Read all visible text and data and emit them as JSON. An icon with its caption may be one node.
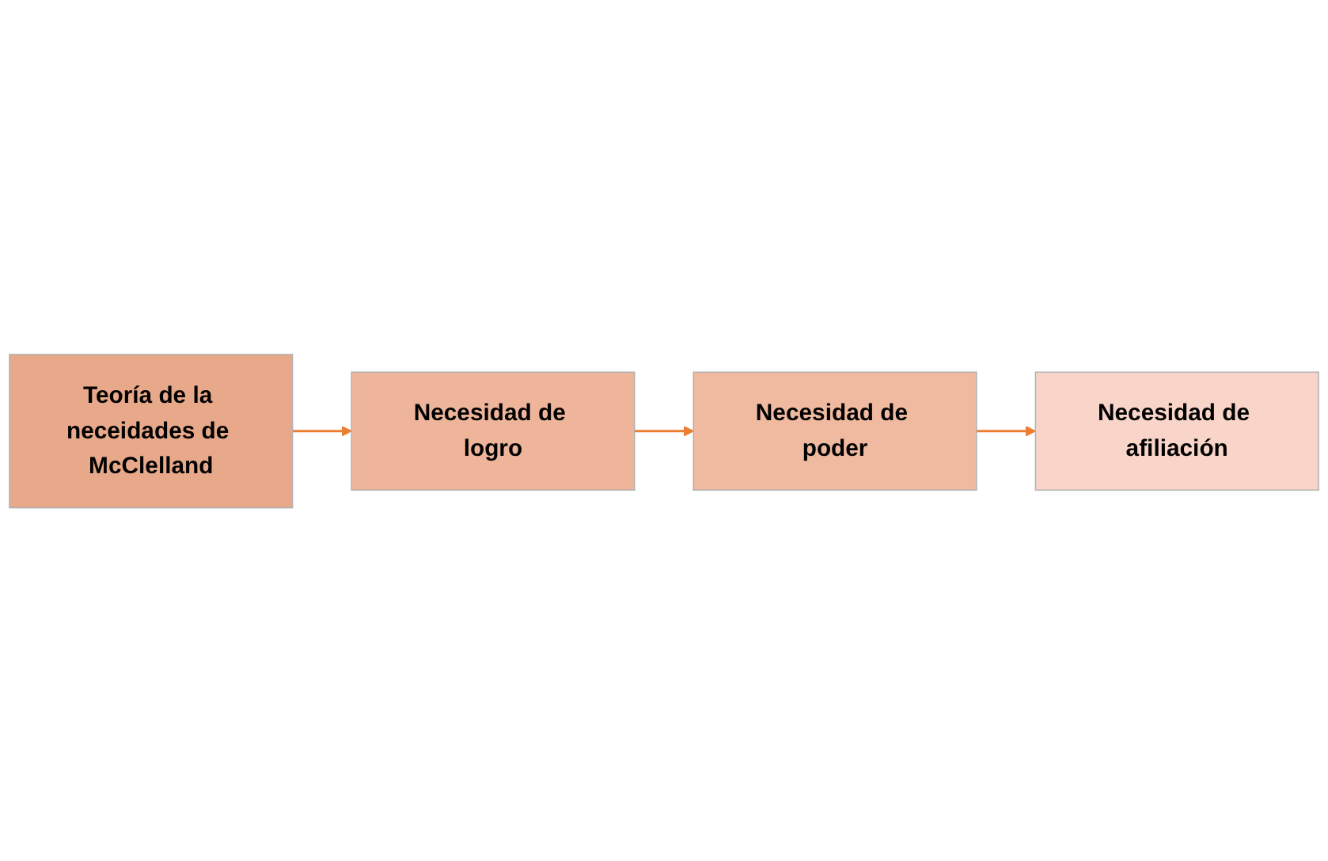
{
  "diagram": {
    "nodes": [
      {
        "text": [
          "Teoría de la neceidades de McClelland"
        ]
      },
      {
        "text": [
          "Necesidad de logro"
        ]
      },
      {
        "text": [
          "Necesidad de poder"
        ]
      },
      {
        "text": [
          "Necesidad de afiliación"
        ]
      }
    ],
    "edges": [
      {
        "from": 0,
        "to": 1,
        "arrow": "to"
      },
      {
        "from": 1,
        "to": 2,
        "arrow": "to"
      },
      {
        "from": 2,
        "to": 3,
        "arrow": "to"
      }
    ]
  }
}
